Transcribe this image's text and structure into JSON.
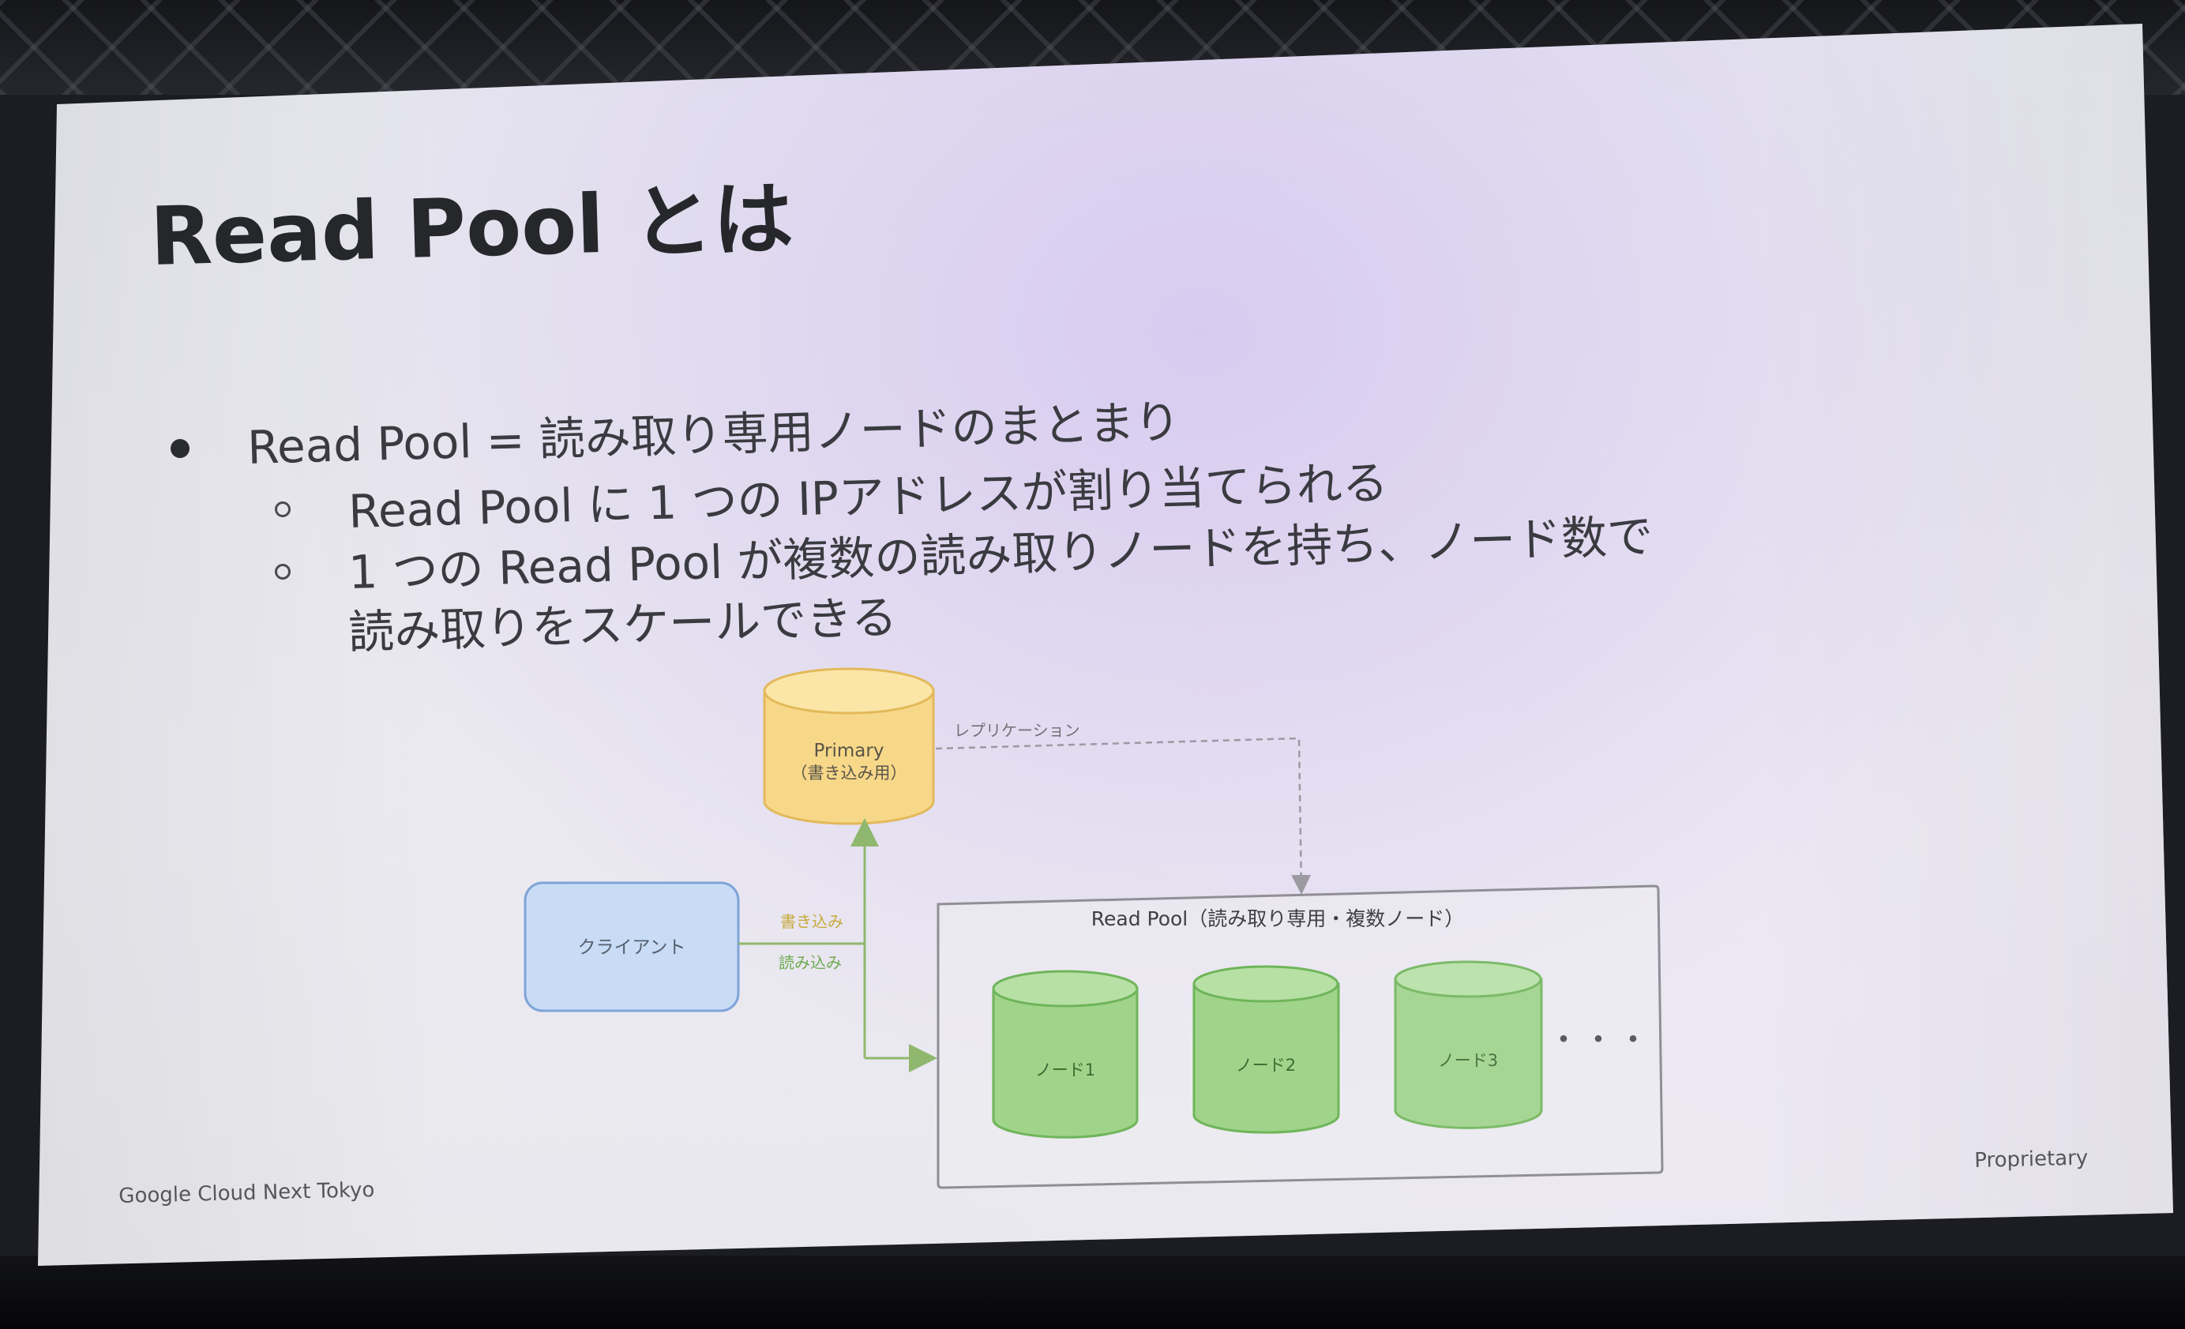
{
  "slide": {
    "title": "Read Pool とは",
    "bullets": [
      "Read Pool = 読み取り専用ノードのまとまり"
    ],
    "sub_bullets": [
      "Read Pool に 1 つの IPアドレスが割り当てられる",
      "1 つの Read Pool が複数の読み取りノードを持ち、ノード数で",
      "読み取りをスケールできる"
    ],
    "footer_left": "Google Cloud Next Tokyo",
    "footer_right": "Proprietary"
  },
  "diagram": {
    "primary_label": "Primary",
    "primary_sublabel": "（書き込み用）",
    "replication_label": "レプリケーション",
    "client_label": "クライアント",
    "write_label": "書き込み",
    "read_label": "読み込み",
    "pool_label": "Read Pool（読み取り専用・複数ノード）",
    "nodes": [
      "ノード1",
      "ノード2",
      "ノード3"
    ],
    "ellipsis": "・・・",
    "colors": {
      "primary_fill": "#f7d889",
      "primary_stroke": "#e3b95b",
      "client_fill": "#c9dcf6",
      "client_stroke": "#7fa4d8",
      "node_fill": "#9fd48a",
      "node_stroke": "#6fb55a",
      "write_text": "#c8a93b",
      "read_text": "#6eaa50",
      "arrow": "#8fb86e"
    }
  }
}
